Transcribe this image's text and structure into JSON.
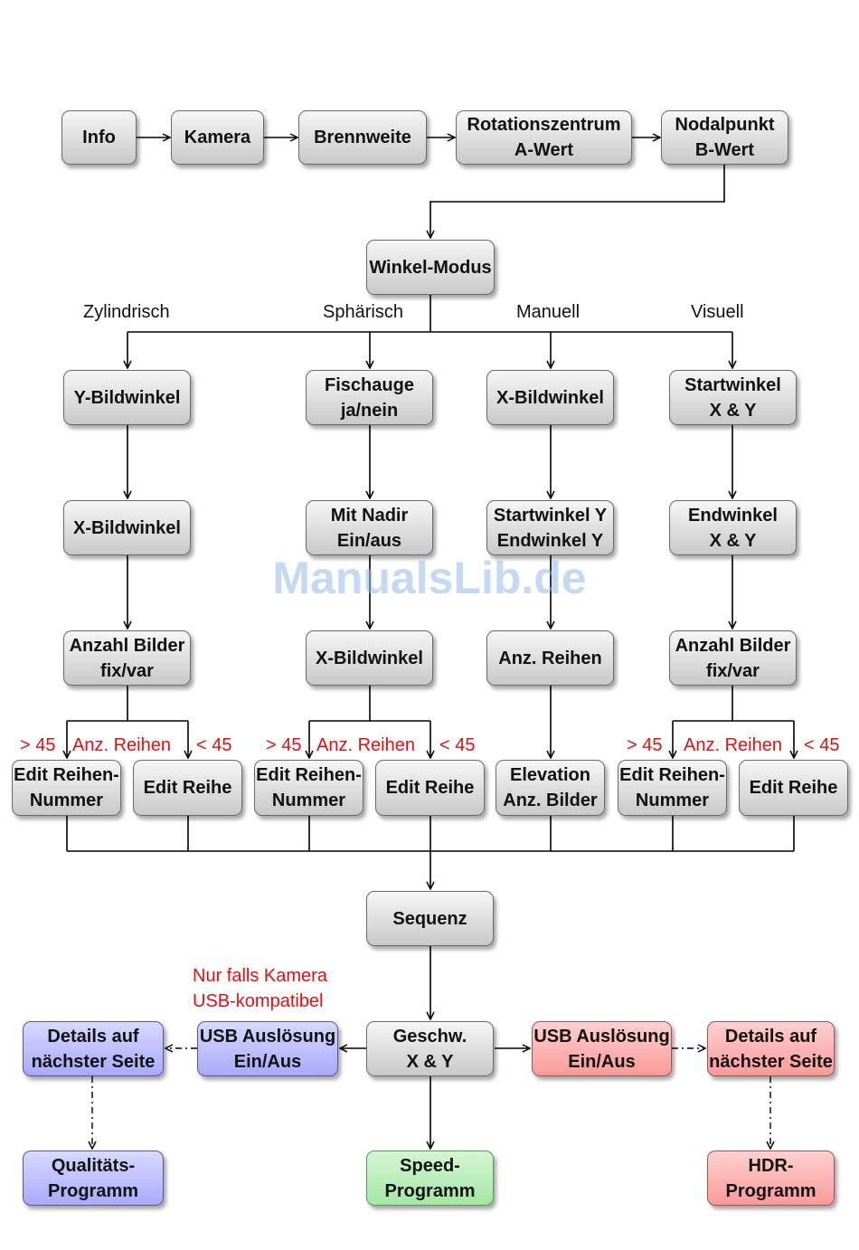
{
  "nodes": {
    "info": [
      "Info"
    ],
    "kamera": [
      "Kamera"
    ],
    "brennweite": [
      "Brennweite"
    ],
    "rotation": [
      "Rotationszentrum",
      "A-Wert"
    ],
    "nodal": [
      "Nodalpunkt",
      "B-Wert"
    ],
    "winkel": [
      "Winkel-Modus"
    ],
    "y_bild_1": [
      "Y-Bildwinkel"
    ],
    "x_bild_1": [
      "X-Bildwinkel"
    ],
    "anzahl_1": [
      "Anzahl Bilder",
      "fix/var"
    ],
    "edit_nr_1": [
      "Edit Reihen-",
      "Nummer"
    ],
    "edit_reihe_1": [
      "Edit Reihe"
    ],
    "fisch": [
      "Fischauge",
      "ja/nein"
    ],
    "nadir": [
      "Mit Nadir",
      "Ein/aus"
    ],
    "x_bild_2": [
      "X-Bildwinkel"
    ],
    "edit_nr_2": [
      "Edit Reihen-",
      "Nummer"
    ],
    "edit_reihe_2": [
      "Edit Reihe"
    ],
    "x_bild_3": [
      "X-Bildwinkel"
    ],
    "startend": [
      "Startwinkel Y",
      "Endwinkel Y"
    ],
    "anz_reihen": [
      "Anz. Reihen"
    ],
    "elevation": [
      "Elevation",
      "Anz. Bilder"
    ],
    "startwinkel": [
      "Startwinkel",
      "X & Y"
    ],
    "endwinkel": [
      "Endwinkel",
      "X & Y"
    ],
    "anzahl_4": [
      "Anzahl Bilder",
      "fix/var"
    ],
    "edit_nr_4": [
      "Edit Reihen-",
      "Nummer"
    ],
    "edit_reihe_4": [
      "Edit Reihe"
    ],
    "sequenz": [
      "Sequenz"
    ],
    "geschw": [
      "Geschw.",
      "X & Y"
    ],
    "usb_l": [
      "USB Auslösung",
      "Ein/Aus"
    ],
    "details_l": [
      "Details auf",
      "nächster Seite"
    ],
    "quali": [
      "Qualitäts-",
      "Programm"
    ],
    "usb_r": [
      "USB Auslösung",
      "Ein/Aus"
    ],
    "details_r": [
      "Details auf",
      "nächster Seite"
    ],
    "hdr": [
      "HDR-",
      "Programm"
    ],
    "speed": [
      "Speed-",
      "Programm"
    ]
  },
  "branches": {
    "zylindrisch": "Zylindrisch",
    "spharisch": "Sphärisch",
    "manuell": "Manuell",
    "visuell": "Visuell"
  },
  "conditions": {
    "gt45": "> 45",
    "lt45": "< 45",
    "anz_reihen": "Anz. Reihen"
  },
  "note": [
    "Nur falls Kamera",
    "USB-kompatibel"
  ],
  "watermark": "ManualsLib.de",
  "colors": {
    "default_box": "#d6d6d6",
    "quality_box": "#b4b4fd",
    "hdr_box": "#fca4a4",
    "speed_box": "#ade8ad",
    "condition_text": "#e01010"
  }
}
